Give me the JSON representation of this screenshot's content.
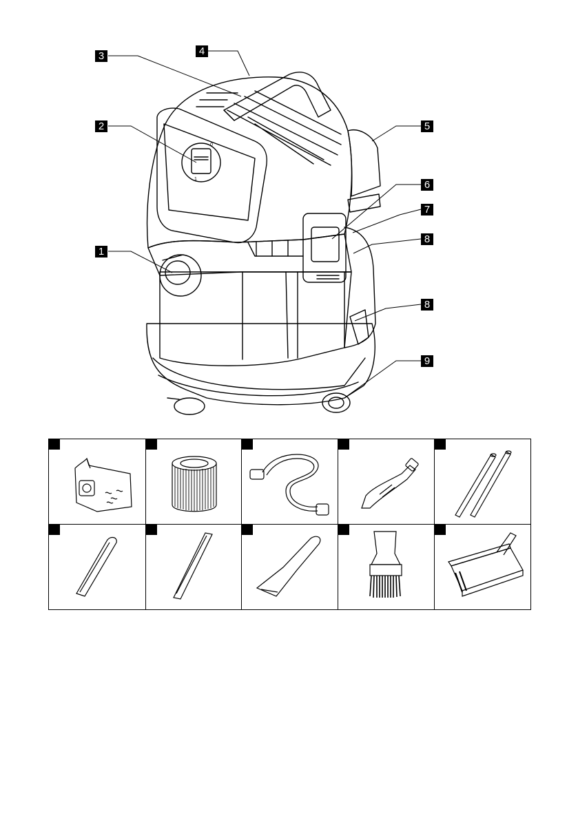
{
  "callouts": [
    "1",
    "2",
    "3",
    "4",
    "5",
    "6",
    "7",
    "8",
    "8",
    "9"
  ],
  "knob_labels": {
    "top": "0",
    "bottom": "1"
  },
  "accessories": [
    {
      "name": "filter-bag"
    },
    {
      "name": "cartridge-filter"
    },
    {
      "name": "suction-hose"
    },
    {
      "name": "hose-handle"
    },
    {
      "name": "extension-tubes"
    },
    {
      "name": "crevice-nozzle"
    },
    {
      "name": "long-crevice-nozzle"
    },
    {
      "name": "upholstery-nozzle"
    },
    {
      "name": "brush-nozzle"
    },
    {
      "name": "floor-nozzle"
    }
  ]
}
